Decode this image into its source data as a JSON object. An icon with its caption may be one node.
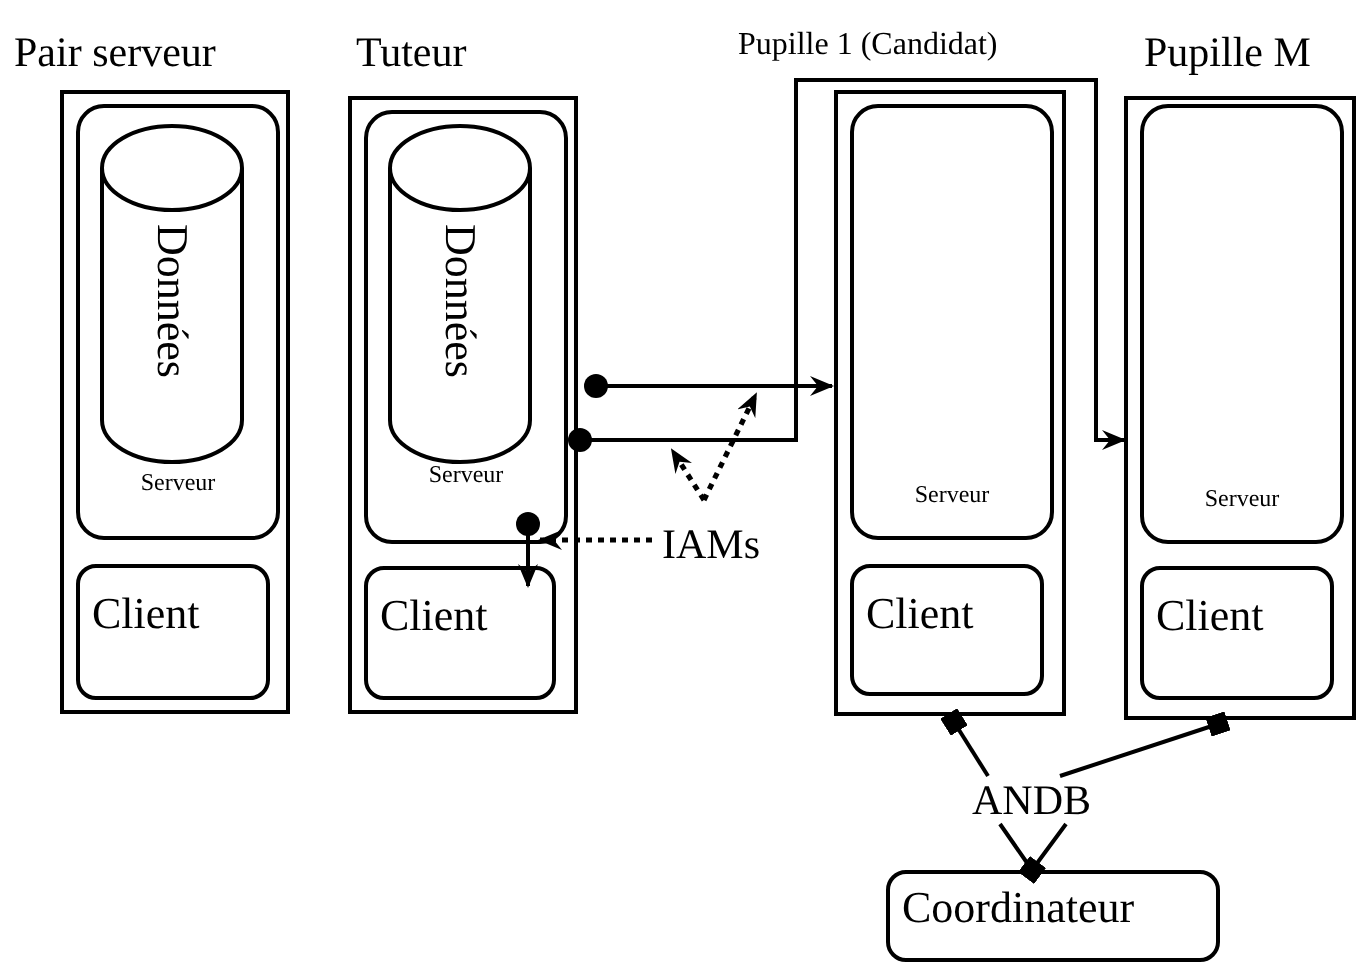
{
  "diagram": {
    "nodes": [
      {
        "text": [
          "Pair serveur"
        ]
      },
      {
        "text": [
          "Serveur"
        ],
        "in": 0
      },
      {
        "text": [
          "Données"
        ],
        "in": 1
      },
      {
        "text": [
          "Client"
        ],
        "in": 0
      },
      {
        "text": [
          "Tuteur"
        ]
      },
      {
        "text": [
          "Serveur"
        ],
        "in": 4
      },
      {
        "text": [
          "Données"
        ],
        "in": 5
      },
      {
        "text": [
          "Client"
        ],
        "in": 4
      },
      {
        "text": [
          "Pupille 1 (Candidat)"
        ]
      },
      {
        "text": [
          "Serveur"
        ],
        "in": 8
      },
      {
        "text": [
          "Client"
        ],
        "in": 8
      },
      {
        "text": [
          "Pupille M"
        ]
      },
      {
        "text": [
          "Serveur"
        ],
        "in": 11
      },
      {
        "text": [
          "Client"
        ],
        "in": 11
      },
      {
        "text": [
          "IAMs"
        ]
      },
      {
        "text": [
          "ANDB"
        ]
      },
      {
        "text": [
          "Coordinateur"
        ]
      }
    ],
    "edges": [
      {
        "from": 5,
        "to": 9,
        "arrow": "to"
      },
      {
        "from": 5,
        "to": 12,
        "arrow": "to"
      },
      {
        "from": 5,
        "to": 7,
        "arrow": "to"
      },
      {
        "from": 14,
        "to": 7,
        "arrow": "to",
        "style": "dashed"
      },
      {
        "from": 14,
        "to": null,
        "arrow": "to",
        "style": "dashed"
      },
      {
        "from": 14,
        "to": null,
        "arrow": "to",
        "style": "dashed"
      },
      {
        "from": 15,
        "to": 8,
        "arrow": "other"
      },
      {
        "from": 15,
        "to": 11,
        "arrow": "other"
      },
      {
        "from": 15,
        "to": 16,
        "arrow": "other"
      }
    ]
  }
}
